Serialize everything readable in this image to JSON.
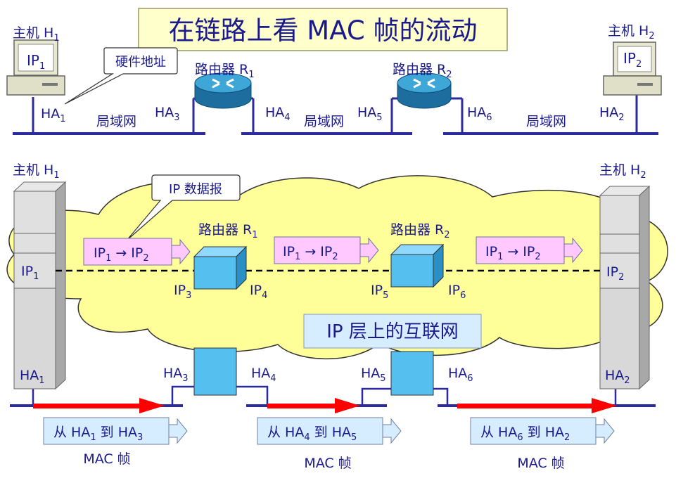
{
  "title": "在链路上看 MAC 帧的流动",
  "top": {
    "host1": {
      "label": "主机 H",
      "sub": "1",
      "ip": "IP",
      "ip_sub": "1",
      "ha": "HA",
      "ha_sub": "1"
    },
    "host2": {
      "label": "主机 H",
      "sub": "2",
      "ip": "IP",
      "ip_sub": "2",
      "ha": "HA",
      "ha_sub": "2"
    },
    "hw_addr_callout": "硬件地址",
    "router1": {
      "label": "路由器 R",
      "sub": "1",
      "ha_left": "HA",
      "ha_left_sub": "3",
      "ha_right": "HA",
      "ha_right_sub": "4"
    },
    "router2": {
      "label": "路由器 R",
      "sub": "2",
      "ha_left": "HA",
      "ha_left_sub": "5",
      "ha_right": "HA",
      "ha_right_sub": "6"
    },
    "lan_labels": [
      "局域网",
      "局域网",
      "局域网"
    ]
  },
  "bottom": {
    "host1": {
      "label": "主机 H",
      "sub": "1",
      "ip": "IP",
      "ip_sub": "1",
      "ha": "HA",
      "ha_sub": "1"
    },
    "host2": {
      "label": "主机 H",
      "sub": "2",
      "ip": "IP",
      "ip_sub": "2",
      "ha": "HA",
      "ha_sub": "2"
    },
    "ip_datagram_callout": "IP 数据报",
    "router1": {
      "label": "路由器 R",
      "sub": "1",
      "ip_left": "IP",
      "ip_left_sub": "3",
      "ip_right": "IP",
      "ip_right_sub": "4",
      "ha_left": "HA",
      "ha_left_sub": "3",
      "ha_right": "HA",
      "ha_right_sub": "4"
    },
    "router2": {
      "label": "路由器 R",
      "sub": "2",
      "ip_left": "IP",
      "ip_left_sub": "5",
      "ip_right": "IP",
      "ip_right_sub": "6",
      "ha_left": "HA",
      "ha_left_sub": "5",
      "ha_right": "HA",
      "ha_right_sub": "6"
    },
    "ip_packets": [
      {
        "a": "IP",
        "a_sub": "1",
        "arrow": "→",
        "b": "IP",
        "b_sub": "2"
      },
      {
        "a": "IP",
        "a_sub": "1",
        "arrow": "→",
        "b": "IP",
        "b_sub": "2"
      },
      {
        "a": "IP",
        "a_sub": "1",
        "arrow": "→",
        "b": "IP",
        "b_sub": "2"
      }
    ],
    "internet_label": "IP 层上的互联网",
    "mac_frames": [
      {
        "from": "从 HA",
        "from_sub": "1",
        "to": " 到 HA",
        "to_sub": "3",
        "caption": "MAC 帧"
      },
      {
        "from": "从 HA",
        "from_sub": "4",
        "to": " 到 HA",
        "to_sub": "5",
        "caption": "MAC 帧"
      },
      {
        "from": "从 HA",
        "from_sub": "6",
        "to": " 到 HA",
        "to_sub": "2",
        "caption": "MAC 帧"
      }
    ]
  },
  "colors": {
    "text": "#1a1a8c",
    "line": "#2b2b9e",
    "cloud": "#ffff99",
    "packet": "#ffc8ff",
    "frame": "#d6ecff",
    "router_box": "#55c0f0",
    "red_arrow": "#ff0000"
  }
}
